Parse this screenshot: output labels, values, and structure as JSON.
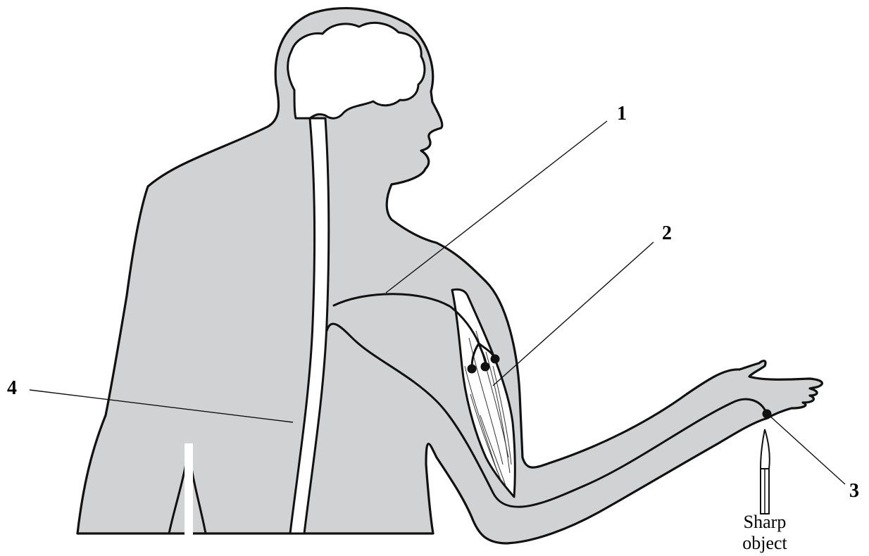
{
  "labels": {
    "one": "1",
    "two": "2",
    "three": "3",
    "four": "4",
    "sharp_line1": "Sharp",
    "sharp_line2": "object"
  },
  "colors": {
    "body_fill": "#d0d2d3",
    "outline": "#111111",
    "background": "#ffffff"
  }
}
